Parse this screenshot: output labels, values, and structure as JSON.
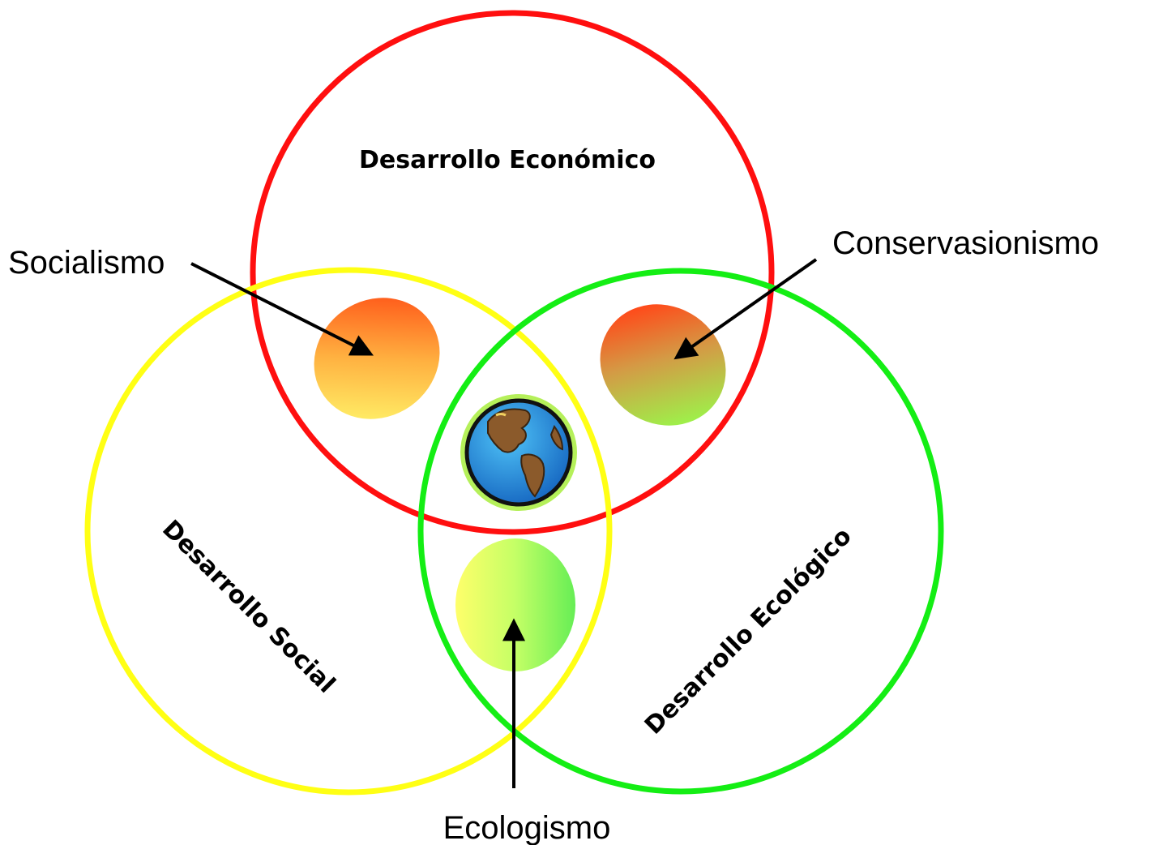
{
  "circles": [
    {
      "id": "economic",
      "label": "Desarrollo Económico",
      "color": "#ff0f0f"
    },
    {
      "id": "social",
      "label": "Desarrollo Social",
      "color": "#ffff14"
    },
    {
      "id": "ecological",
      "label": "Desarrollo Ecológico",
      "color": "#14ee14"
    }
  ],
  "callouts": {
    "socialismo": "Socialismo",
    "conservacionismo": "Conservasionismo",
    "ecologismo": "Ecologismo"
  },
  "center_icon": "globe-icon"
}
